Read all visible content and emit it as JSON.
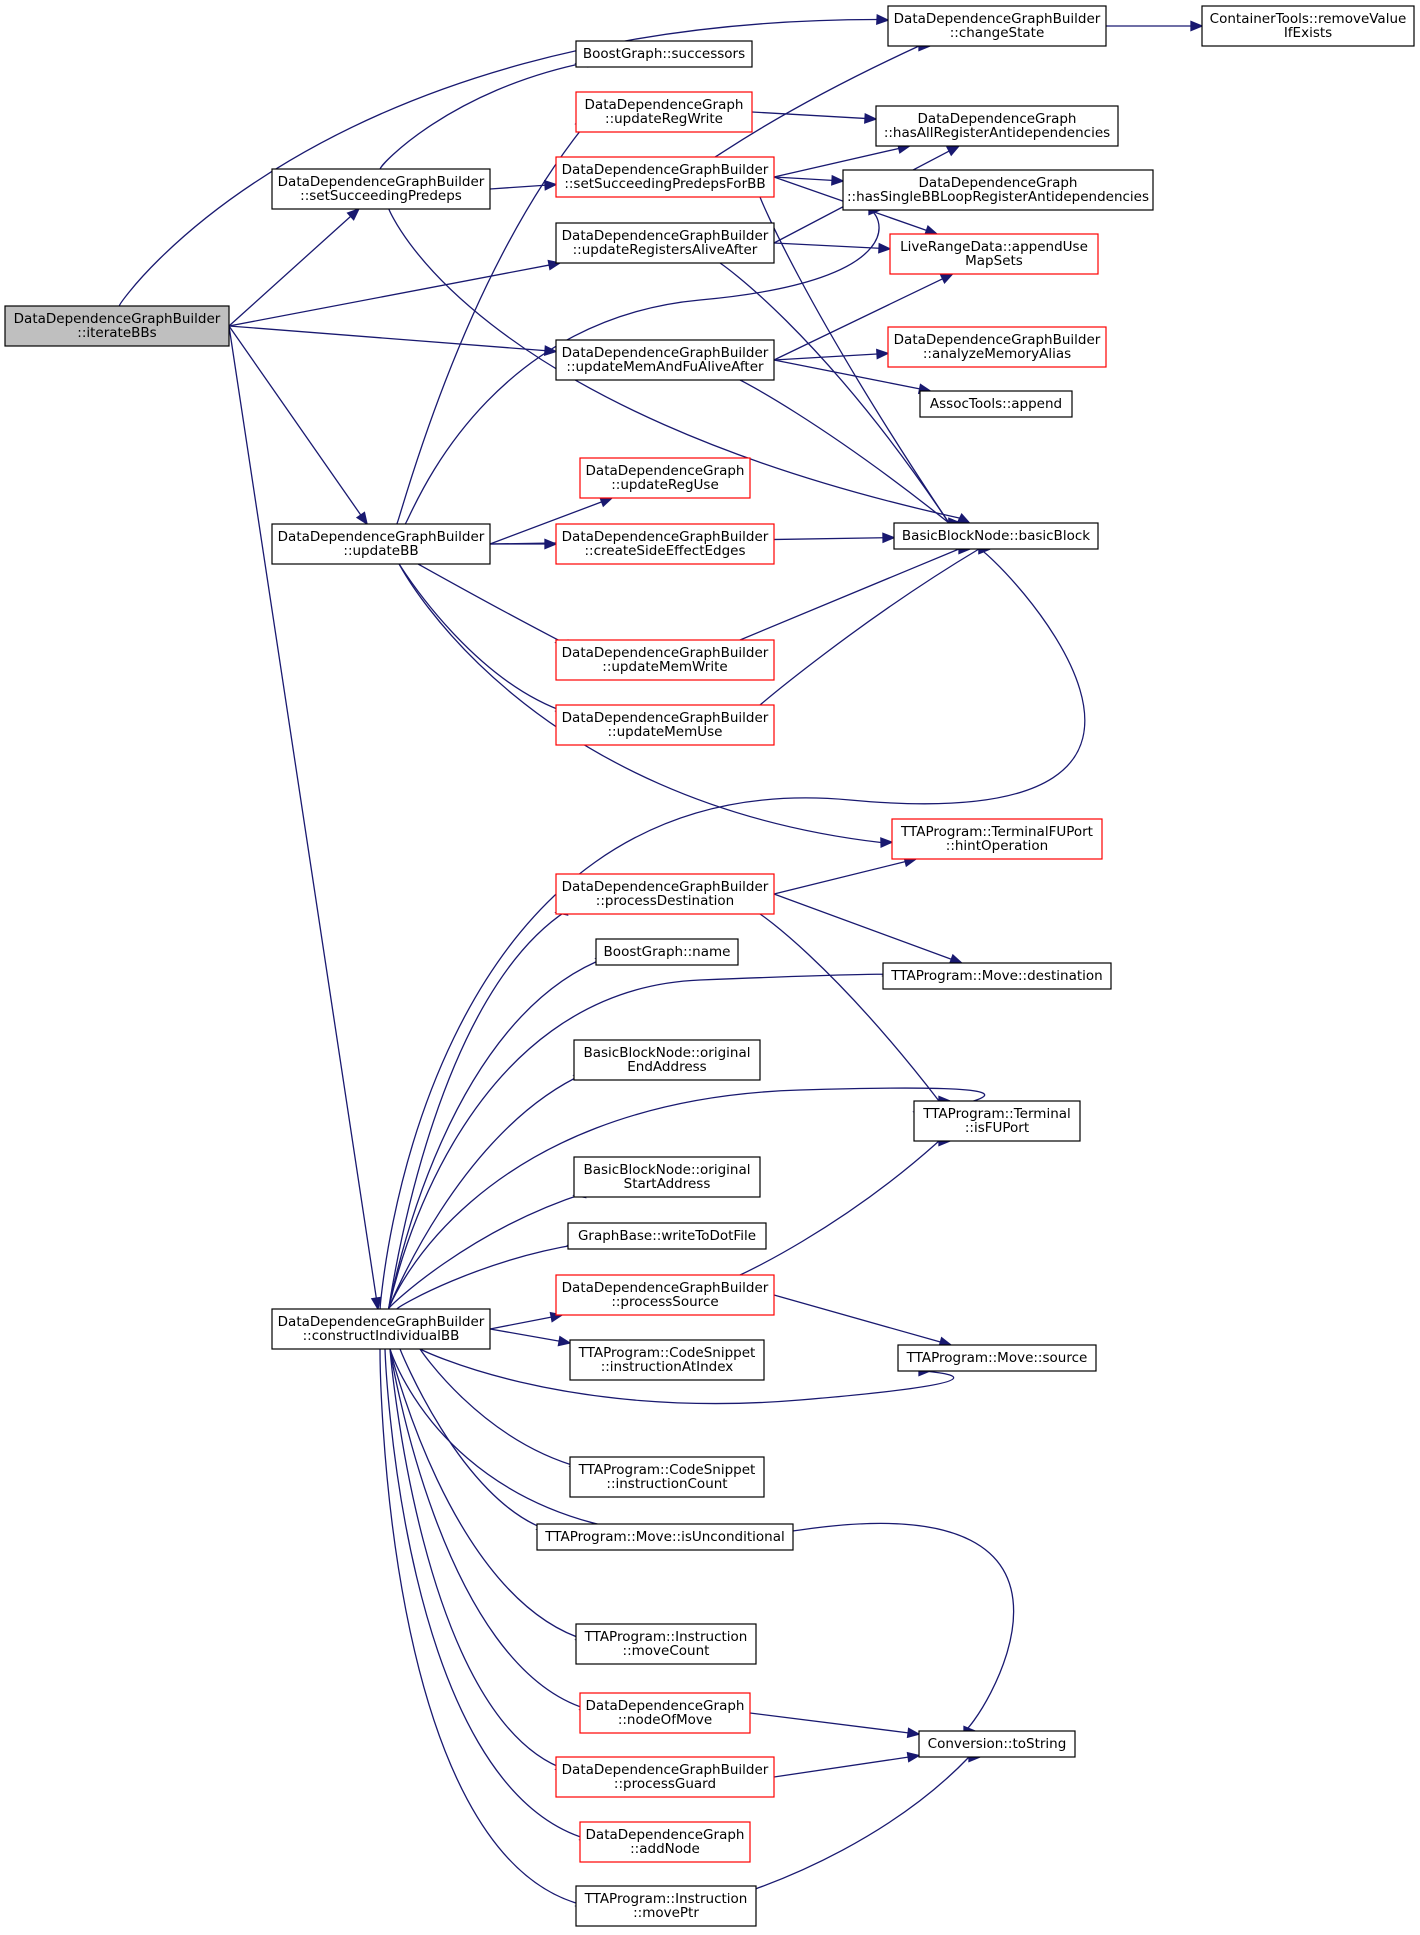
{
  "colors": {
    "edge": "#191970",
    "border_normal": "#000000",
    "border_truncated": "#ff0000",
    "root_fill": "#bfbfbf",
    "fill": "#ffffff"
  },
  "nodes": [
    {
      "id": "iterateBBs",
      "lines": [
        "DataDependenceGraphBuilder",
        "::iterateBBs"
      ],
      "kind": "root"
    },
    {
      "id": "changeState",
      "lines": [
        "DataDependenceGraphBuilder",
        "::changeState"
      ],
      "kind": "normal"
    },
    {
      "id": "removeValueIfExists",
      "lines": [
        "ContainerTools::removeValue",
        "IfExists"
      ],
      "kind": "normal"
    },
    {
      "id": "successors",
      "lines": [
        "BoostGraph::successors"
      ],
      "kind": "normal"
    },
    {
      "id": "updateRegWrite",
      "lines": [
        "DataDependenceGraph",
        "::updateRegWrite"
      ],
      "kind": "truncated"
    },
    {
      "id": "hasAllRegisterAntidependencies",
      "lines": [
        "DataDependenceGraph",
        "::hasAllRegisterAntidependencies"
      ],
      "kind": "normal"
    },
    {
      "id": "setSucceedingPredeps",
      "lines": [
        "DataDependenceGraphBuilder",
        "::setSucceedingPredeps"
      ],
      "kind": "normal"
    },
    {
      "id": "setSucceedingPredepsForBB",
      "lines": [
        "DataDependenceGraphBuilder",
        "::setSucceedingPredepsForBB"
      ],
      "kind": "truncated"
    },
    {
      "id": "hasSingleBBLoopRegisterAntidependencies",
      "lines": [
        "DataDependenceGraph",
        "::hasSingleBBLoopRegisterAntidependencies"
      ],
      "kind": "normal"
    },
    {
      "id": "updateRegistersAliveAfter",
      "lines": [
        "DataDependenceGraphBuilder",
        "::updateRegistersAliveAfter"
      ],
      "kind": "normal"
    },
    {
      "id": "appendUseMapSets",
      "lines": [
        "LiveRangeData::appendUse",
        "MapSets"
      ],
      "kind": "truncated"
    },
    {
      "id": "updateMemAndFuAliveAfter",
      "lines": [
        "DataDependenceGraphBuilder",
        "::updateMemAndFuAliveAfter"
      ],
      "kind": "normal"
    },
    {
      "id": "analyzeMemoryAlias",
      "lines": [
        "DataDependenceGraphBuilder",
        "::analyzeMemoryAlias"
      ],
      "kind": "truncated"
    },
    {
      "id": "assocAppend",
      "lines": [
        "AssocTools::append"
      ],
      "kind": "normal"
    },
    {
      "id": "updateRegUse",
      "lines": [
        "DataDependenceGraph",
        "::updateRegUse"
      ],
      "kind": "truncated"
    },
    {
      "id": "updateBB",
      "lines": [
        "DataDependenceGraphBuilder",
        "::updateBB"
      ],
      "kind": "normal"
    },
    {
      "id": "createSideEffectEdges",
      "lines": [
        "DataDependenceGraphBuilder",
        "::createSideEffectEdges"
      ],
      "kind": "truncated"
    },
    {
      "id": "basicBlock",
      "lines": [
        "BasicBlockNode::basicBlock"
      ],
      "kind": "normal"
    },
    {
      "id": "updateMemWrite",
      "lines": [
        "DataDependenceGraphBuilder",
        "::updateMemWrite"
      ],
      "kind": "truncated"
    },
    {
      "id": "updateMemUse",
      "lines": [
        "DataDependenceGraphBuilder",
        "::updateMemUse"
      ],
      "kind": "truncated"
    },
    {
      "id": "hintOperation",
      "lines": [
        "TTAProgram::TerminalFUPort",
        "::hintOperation"
      ],
      "kind": "truncated"
    },
    {
      "id": "processDestination",
      "lines": [
        "DataDependenceGraphBuilder",
        "::processDestination"
      ],
      "kind": "truncated"
    },
    {
      "id": "bgName",
      "lines": [
        "BoostGraph::name"
      ],
      "kind": "normal"
    },
    {
      "id": "moveDestination",
      "lines": [
        "TTAProgram::Move::destination"
      ],
      "kind": "normal"
    },
    {
      "id": "originalEndAddress",
      "lines": [
        "BasicBlockNode::original",
        "EndAddress"
      ],
      "kind": "normal"
    },
    {
      "id": "isFUPort",
      "lines": [
        "TTAProgram::Terminal",
        "::isFUPort"
      ],
      "kind": "normal"
    },
    {
      "id": "originalStartAddress",
      "lines": [
        "BasicBlockNode::original",
        "StartAddress"
      ],
      "kind": "normal"
    },
    {
      "id": "writeToDotFile",
      "lines": [
        "GraphBase::writeToDotFile"
      ],
      "kind": "normal"
    },
    {
      "id": "processSource",
      "lines": [
        "DataDependenceGraphBuilder",
        "::processSource"
      ],
      "kind": "truncated"
    },
    {
      "id": "constructIndividualBB",
      "lines": [
        "DataDependenceGraphBuilder",
        "::constructIndividualBB"
      ],
      "kind": "normal"
    },
    {
      "id": "instructionAtIndex",
      "lines": [
        "TTAProgram::CodeSnippet",
        "::instructionAtIndex"
      ],
      "kind": "normal"
    },
    {
      "id": "moveSource",
      "lines": [
        "TTAProgram::Move::source"
      ],
      "kind": "normal"
    },
    {
      "id": "instructionCount",
      "lines": [
        "TTAProgram::CodeSnippet",
        "::instructionCount"
      ],
      "kind": "normal"
    },
    {
      "id": "isUnconditional",
      "lines": [
        "TTAProgram::Move::isUnconditional"
      ],
      "kind": "normal"
    },
    {
      "id": "moveCount",
      "lines": [
        "TTAProgram::Instruction",
        "::moveCount"
      ],
      "kind": "normal"
    },
    {
      "id": "nodeOfMove",
      "lines": [
        "DataDependenceGraph",
        "::nodeOfMove"
      ],
      "kind": "truncated"
    },
    {
      "id": "toString",
      "lines": [
        "Conversion::toString"
      ],
      "kind": "normal"
    },
    {
      "id": "processGuard",
      "lines": [
        "DataDependenceGraphBuilder",
        "::processGuard"
      ],
      "kind": "truncated"
    },
    {
      "id": "addNode",
      "lines": [
        "DataDependenceGraph",
        "::addNode"
      ],
      "kind": "truncated"
    },
    {
      "id": "movePtr",
      "lines": [
        "TTAProgram::Instruction",
        "::movePtr"
      ],
      "kind": "normal"
    }
  ],
  "edges": [
    [
      "iterateBBs",
      "changeState"
    ],
    [
      "iterateBBs",
      "setSucceedingPredeps"
    ],
    [
      "iterateBBs",
      "updateRegistersAliveAfter"
    ],
    [
      "iterateBBs",
      "updateMemAndFuAliveAfter"
    ],
    [
      "iterateBBs",
      "updateBB"
    ],
    [
      "iterateBBs",
      "constructIndividualBB"
    ],
    [
      "changeState",
      "removeValueIfExists"
    ],
    [
      "setSucceedingPredeps",
      "successors"
    ],
    [
      "setSucceedingPredeps",
      "setSucceedingPredepsForBB"
    ],
    [
      "setSucceedingPredeps",
      "basicBlock"
    ],
    [
      "setSucceedingPredepsForBB",
      "changeState"
    ],
    [
      "setSucceedingPredepsForBB",
      "hasAllRegisterAntidependencies"
    ],
    [
      "setSucceedingPredepsForBB",
      "hasSingleBBLoopRegisterAntidependencies"
    ],
    [
      "setSucceedingPredepsForBB",
      "appendUseMapSets"
    ],
    [
      "setSucceedingPredepsForBB",
      "basicBlock"
    ],
    [
      "updateRegWrite",
      "hasAllRegisterAntidependencies"
    ],
    [
      "updateRegistersAliveAfter",
      "hasAllRegisterAntidependencies"
    ],
    [
      "updateRegistersAliveAfter",
      "appendUseMapSets"
    ],
    [
      "updateRegistersAliveAfter",
      "basicBlock"
    ],
    [
      "updateMemAndFuAliveAfter",
      "appendUseMapSets"
    ],
    [
      "updateMemAndFuAliveAfter",
      "analyzeMemoryAlias"
    ],
    [
      "updateMemAndFuAliveAfter",
      "assocAppend"
    ],
    [
      "updateMemAndFuAliveAfter",
      "basicBlock"
    ],
    [
      "updateBB",
      "updateRegWrite"
    ],
    [
      "updateBB",
      "hasSingleBBLoopRegisterAntidependencies"
    ],
    [
      "updateBB",
      "updateRegUse"
    ],
    [
      "updateBB",
      "createSideEffectEdges"
    ],
    [
      "updateBB",
      "basicBlock"
    ],
    [
      "updateBB",
      "updateMemWrite"
    ],
    [
      "updateBB",
      "updateMemUse"
    ],
    [
      "updateBB",
      "hintOperation"
    ],
    [
      "updateMemWrite",
      "basicBlock"
    ],
    [
      "updateMemUse",
      "basicBlock"
    ],
    [
      "processDestination",
      "hintOperation"
    ],
    [
      "processDestination",
      "moveDestination"
    ],
    [
      "processDestination",
      "isFUPort"
    ],
    [
      "processSource",
      "isFUPort"
    ],
    [
      "processSource",
      "moveSource"
    ],
    [
      "constructIndividualBB",
      "basicBlock"
    ],
    [
      "constructIndividualBB",
      "processDestination"
    ],
    [
      "constructIndividualBB",
      "bgName"
    ],
    [
      "constructIndividualBB",
      "moveDestination"
    ],
    [
      "constructIndividualBB",
      "originalEndAddress"
    ],
    [
      "constructIndividualBB",
      "isFUPort"
    ],
    [
      "constructIndividualBB",
      "originalStartAddress"
    ],
    [
      "constructIndividualBB",
      "writeToDotFile"
    ],
    [
      "constructIndividualBB",
      "processSource"
    ],
    [
      "constructIndividualBB",
      "instructionAtIndex"
    ],
    [
      "constructIndividualBB",
      "moveSource"
    ],
    [
      "constructIndividualBB",
      "instructionCount"
    ],
    [
      "constructIndividualBB",
      "isUnconditional"
    ],
    [
      "constructIndividualBB",
      "toString"
    ],
    [
      "constructIndividualBB",
      "moveCount"
    ],
    [
      "constructIndividualBB",
      "nodeOfMove"
    ],
    [
      "constructIndividualBB",
      "processGuard"
    ],
    [
      "constructIndividualBB",
      "addNode"
    ],
    [
      "constructIndividualBB",
      "movePtr"
    ],
    [
      "nodeOfMove",
      "toString"
    ],
    [
      "processGuard",
      "toString"
    ],
    [
      "movePtr",
      "toString"
    ]
  ]
}
